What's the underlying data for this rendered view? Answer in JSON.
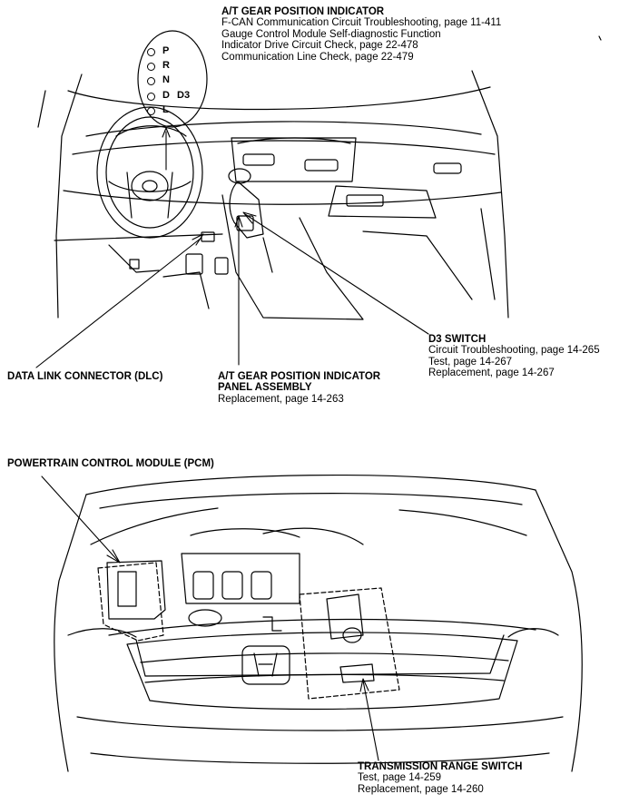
{
  "callouts": {
    "gear_indicator": {
      "title": "A/T GEAR POSITION INDICATOR",
      "lines": [
        "F-CAN Communication Circuit Troubleshooting, page 11-411",
        "Gauge Control Module Self-diagnostic Function",
        "Indicator Drive Circuit Check, page 22-478",
        "Communication Line Check, page 22-479"
      ]
    },
    "d3_switch": {
      "title": "D3 SWITCH",
      "lines": [
        "Circuit Troubleshooting, page 14-265",
        "Test, page 14-267",
        "Replacement, page 14-267"
      ]
    },
    "dlc": {
      "title": "DATA LINK CONNECTOR (DLC)"
    },
    "indicator_panel": {
      "title_line1": "A/T GEAR POSITION INDICATOR",
      "title_line2": "PANEL ASSEMBLY",
      "lines": [
        "Replacement, page 14-263"
      ]
    },
    "pcm": {
      "title": "POWERTRAIN CONTROL MODULE (PCM)"
    },
    "range_switch": {
      "title": "TRANSMISSION RANGE SWITCH",
      "lines": [
        "Test, page 14-259",
        "Replacement, page 14-260"
      ]
    }
  },
  "gear_display": {
    "positions": [
      "P",
      "R",
      "N",
      "D",
      "L"
    ],
    "d3_label": "D3"
  }
}
